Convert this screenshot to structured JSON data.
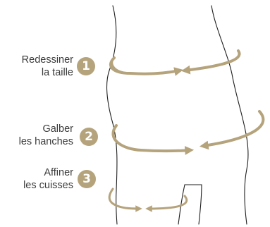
{
  "accent_color": "#b5a37c",
  "outline_color": "#1e1e1e",
  "items": [
    {
      "number": "1",
      "line1": "Redessiner",
      "line2": "la taille"
    },
    {
      "number": "2",
      "line1": "Galber",
      "line2": "les hanches"
    },
    {
      "number": "3",
      "line1": "Affiner",
      "line2": "les cuisses"
    }
  ]
}
